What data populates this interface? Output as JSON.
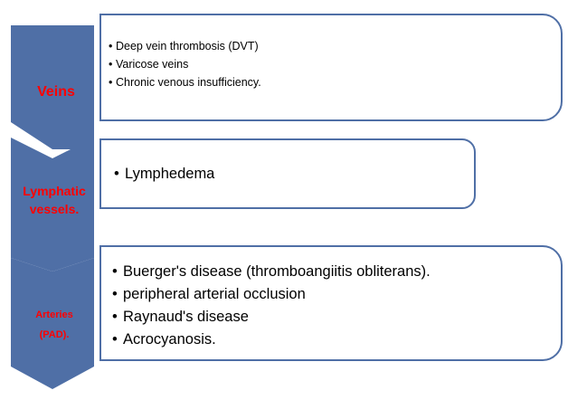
{
  "colors": {
    "chevron_fill": "#4f6fa6",
    "box_border": "#4f6fa6",
    "label_text": "#ff0000",
    "item_text": "#000000"
  },
  "categories": [
    {
      "label_lines": [
        "Veins"
      ],
      "items": [
        "Deep vein thrombosis (DVT)",
        "Varicose veins",
        "Chronic venous insufficiency."
      ]
    },
    {
      "label_lines": [
        "Lymphatic",
        "vessels."
      ],
      "items": [
        "Lymphedema"
      ]
    },
    {
      "label_lines": [
        "Arteries",
        "(PAD)."
      ],
      "items": [
        "Buerger's disease (thromboangiitis obliterans).",
        "peripheral arterial occlusion",
        "Raynaud's disease",
        "Acrocyanosis."
      ]
    }
  ]
}
